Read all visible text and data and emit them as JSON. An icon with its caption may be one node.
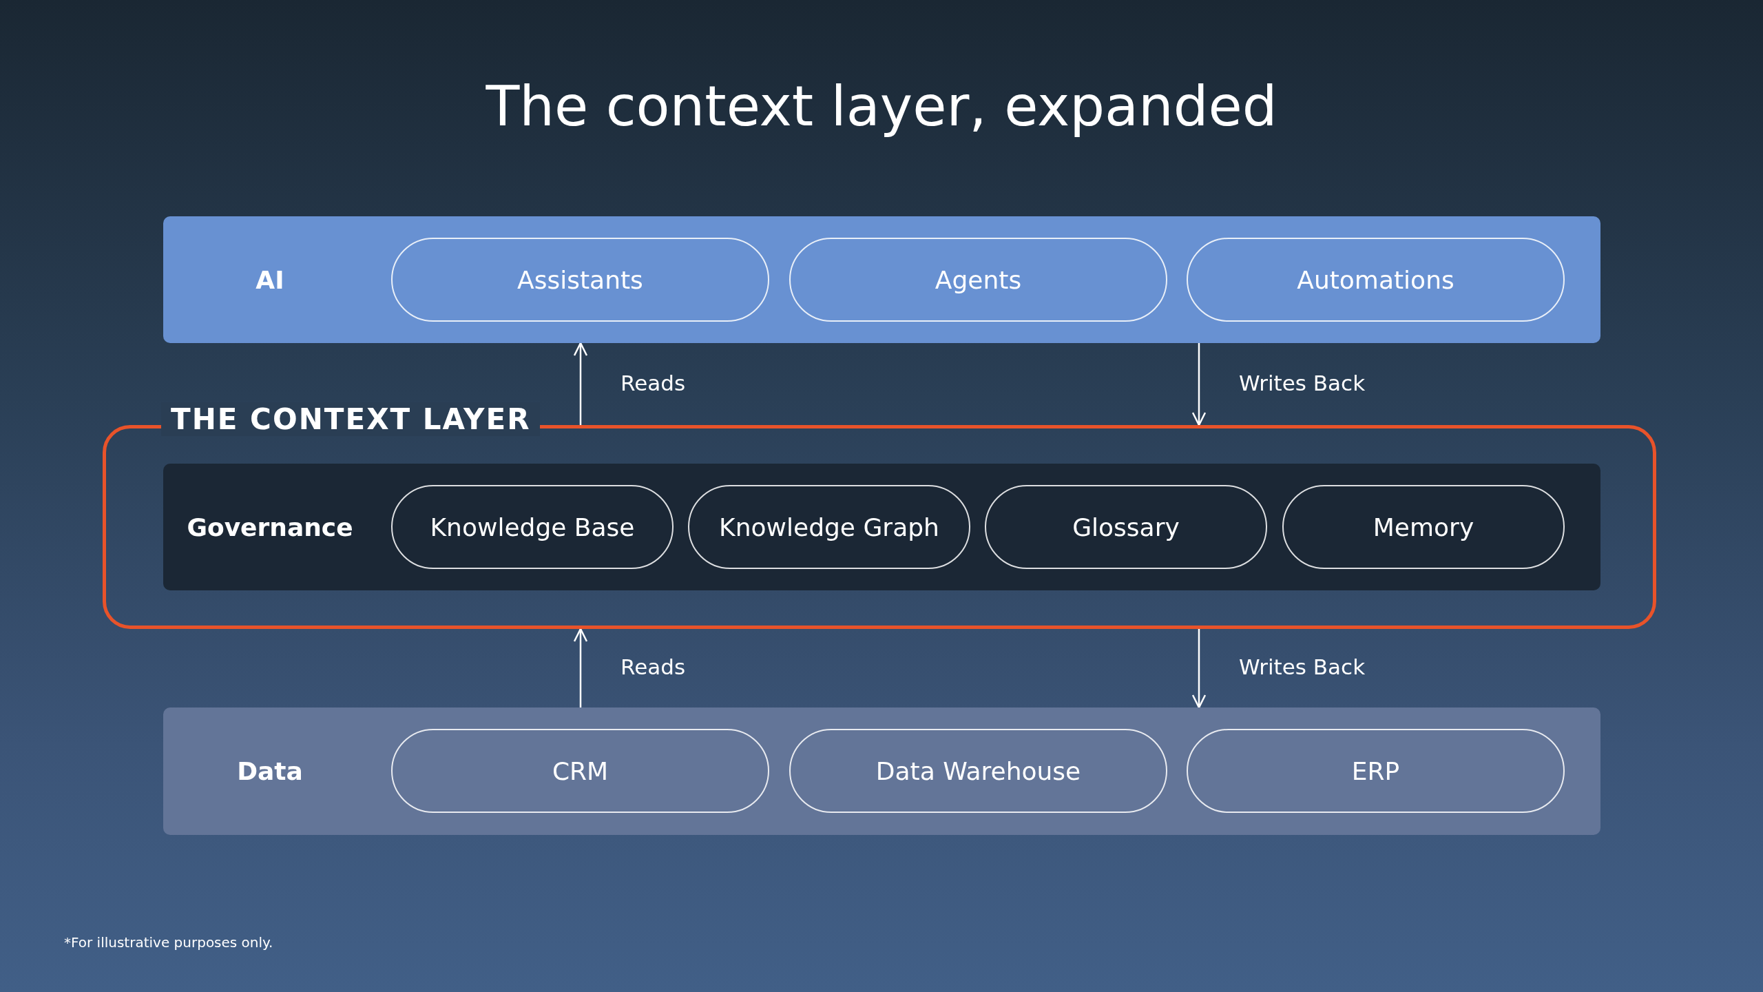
{
  "diagram": {
    "title": "The context layer, expanded",
    "nodes": [
      {
        "text": [
          "AI"
        ]
      },
      {
        "text": [
          "Assistants"
        ],
        "in": 0
      },
      {
        "text": [
          "Agents"
        ],
        "in": 0
      },
      {
        "text": [
          "Automations"
        ],
        "in": 0
      },
      {
        "text": [
          "THE CONTEXT LAYER"
        ]
      },
      {
        "text": [
          "Governance"
        ],
        "in": 4
      },
      {
        "text": [
          "Knowledge Base"
        ],
        "in": 5
      },
      {
        "text": [
          "Knowledge Graph"
        ],
        "in": 5
      },
      {
        "text": [
          "Glossary"
        ],
        "in": 5
      },
      {
        "text": [
          "Memory"
        ],
        "in": 5
      },
      {
        "text": [
          "Data"
        ]
      },
      {
        "text": [
          "CRM"
        ],
        "in": 10
      },
      {
        "text": [
          "Data Warehouse"
        ],
        "in": 10
      },
      {
        "text": [
          "ERP"
        ],
        "in": 10
      }
    ],
    "edges": [
      {
        "from": 4,
        "to": 0,
        "arrow": "to",
        "label": "Reads"
      },
      {
        "from": 0,
        "to": 4,
        "arrow": "to",
        "label": "Writes Back"
      },
      {
        "from": 10,
        "to": 4,
        "arrow": "to",
        "label": "Reads"
      },
      {
        "from": 4,
        "to": 10,
        "arrow": "to",
        "label": "Writes Back"
      }
    ],
    "labels": [
      "*For illustrative purposes only."
    ]
  }
}
